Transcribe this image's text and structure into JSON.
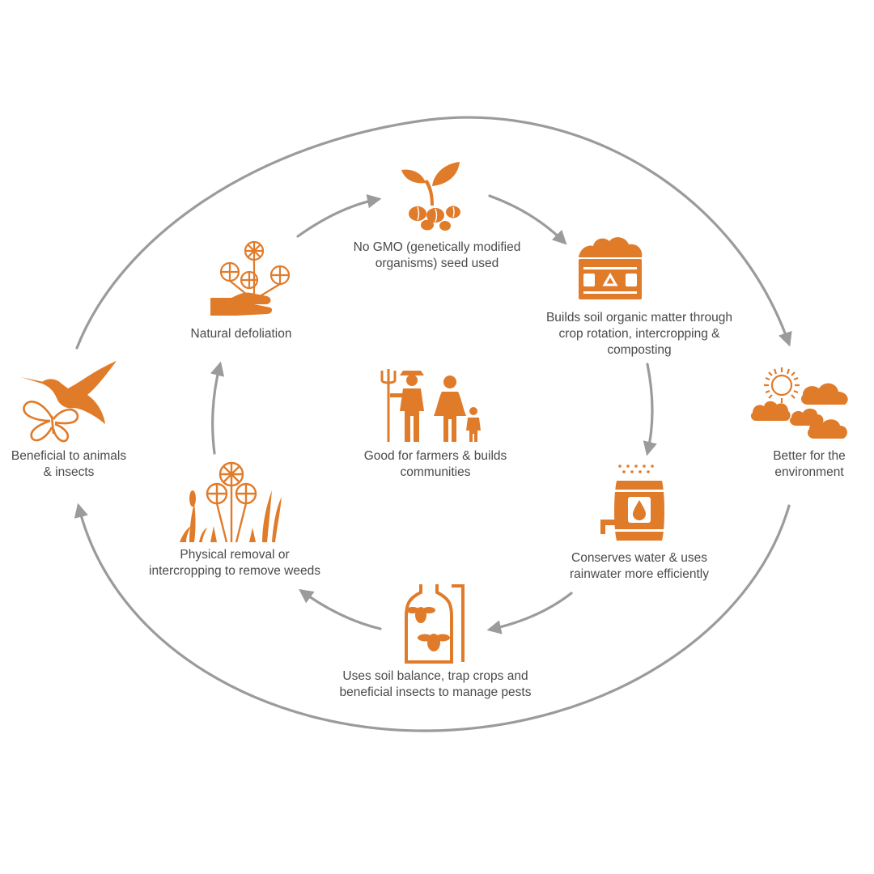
{
  "colors": {
    "accent": "#e07b2a",
    "arrow": "#9b9b9b",
    "text": "#4a4a4a"
  },
  "steps": {
    "seed": {
      "icon": "sprouting-seeds-icon",
      "line1": "No GMO (genetically modified",
      "line2": "organisms) seed used"
    },
    "soil": {
      "icon": "compost-bin-icon",
      "line1": "Builds soil organic matter through",
      "line2": "crop rotation, intercropping &",
      "line3": "composting"
    },
    "water": {
      "icon": "water-barrel-icon",
      "line1": "Conserves water & uses",
      "line2": "rainwater more efficiently"
    },
    "pests": {
      "icon": "insect-trap-icon",
      "line1": "Uses soil balance, trap crops and",
      "line2": "beneficial insects to manage pests"
    },
    "weeds": {
      "icon": "cotton-plants-icon",
      "line1": "Physical removal or",
      "line2": "intercropping to remove weeds"
    },
    "defoliation": {
      "icon": "hand-holding-cotton-icon",
      "line1": "Natural defoliation"
    }
  },
  "outer": {
    "animals": {
      "icon": "hummingbird-butterfly-icon",
      "line1": "Beneficial to animals",
      "line2": "& insects"
    },
    "environment": {
      "icon": "sun-and-clouds-icon",
      "line1": "Better for the",
      "line2": "environment"
    }
  },
  "center": {
    "icon": "farmer-family-icon",
    "line1": "Good for farmers & builds",
    "line2": "communities"
  }
}
